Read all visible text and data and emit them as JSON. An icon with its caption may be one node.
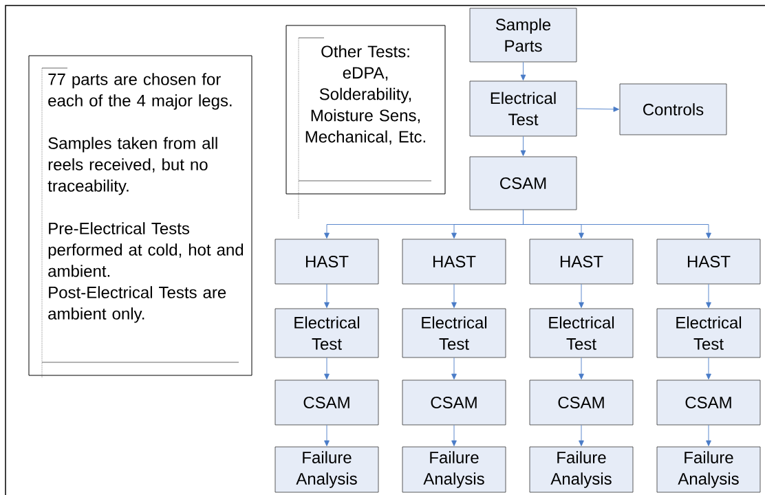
{
  "diagram": {
    "nodes": [
      {
        "text": [
          "77 parts are chosen for each of the 4 major legs.",
          "Samples taken from all reels received, but no traceability.",
          "Pre-Electrical Tests performed at cold, hot and ambient.",
          "Post-Electrical Tests are ambient only."
        ]
      },
      {
        "text": [
          "Other Tests: eDPA, Solderability, Moisture Sens, Mechanical, Etc."
        ]
      },
      {
        "text": [
          "Sample Parts"
        ]
      },
      {
        "text": [
          "Electrical Test"
        ]
      },
      {
        "text": [
          "Controls"
        ]
      },
      {
        "text": [
          "CSAM"
        ]
      },
      {
        "text": [
          "HAST"
        ]
      },
      {
        "text": [
          "HAST"
        ]
      },
      {
        "text": [
          "HAST"
        ]
      },
      {
        "text": [
          "HAST"
        ]
      },
      {
        "text": [
          "Electrical Test"
        ]
      },
      {
        "text": [
          "Electrical Test"
        ]
      },
      {
        "text": [
          "Electrical Test"
        ]
      },
      {
        "text": [
          "Electrical Test"
        ]
      },
      {
        "text": [
          "CSAM"
        ]
      },
      {
        "text": [
          "CSAM"
        ]
      },
      {
        "text": [
          "CSAM"
        ]
      },
      {
        "text": [
          "CSAM"
        ]
      },
      {
        "text": [
          "Failure Analysis"
        ]
      },
      {
        "text": [
          "Failure Analysis"
        ]
      },
      {
        "text": [
          "Failure Analysis"
        ]
      },
      {
        "text": [
          "Failure Analysis"
        ]
      }
    ],
    "edges": [
      {
        "from": 2,
        "to": 3,
        "arrow": "to"
      },
      {
        "from": 3,
        "to": 4,
        "arrow": "to"
      },
      {
        "from": 3,
        "to": 5,
        "arrow": "to"
      },
      {
        "from": 5,
        "to": 6,
        "arrow": "to"
      },
      {
        "from": 5,
        "to": 7,
        "arrow": "to"
      },
      {
        "from": 5,
        "to": 8,
        "arrow": "to"
      },
      {
        "from": 5,
        "to": 9,
        "arrow": "to"
      },
      {
        "from": 6,
        "to": 10,
        "arrow": "to"
      },
      {
        "from": 7,
        "to": 11,
        "arrow": "to"
      },
      {
        "from": 8,
        "to": 12,
        "arrow": "to"
      },
      {
        "from": 9,
        "to": 13,
        "arrow": "to"
      },
      {
        "from": 10,
        "to": 14,
        "arrow": "to"
      },
      {
        "from": 11,
        "to": 15,
        "arrow": "to"
      },
      {
        "from": 12,
        "to": 16,
        "arrow": "to"
      },
      {
        "from": 13,
        "to": 17,
        "arrow": "to"
      },
      {
        "from": 14,
        "to": 18,
        "arrow": "to"
      },
      {
        "from": 15,
        "to": 19,
        "arrow": "to"
      },
      {
        "from": 16,
        "to": 20,
        "arrow": "to"
      },
      {
        "from": 17,
        "to": 21,
        "arrow": "to"
      }
    ]
  }
}
